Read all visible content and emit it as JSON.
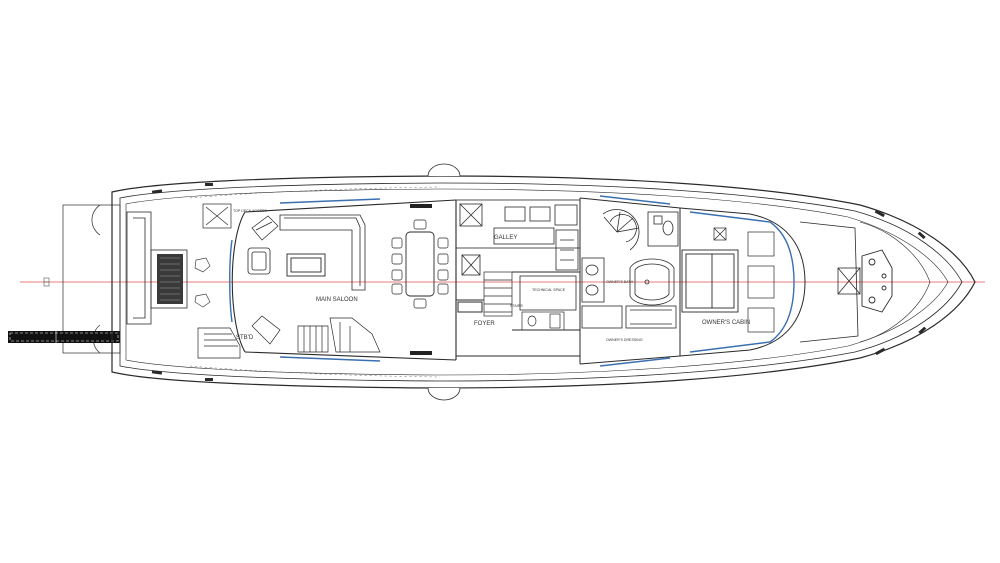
{
  "rooms": {
    "main_saloon": "MAIN SALOON",
    "galley": "GALLEY",
    "foyer": "FOYER",
    "owners_cabin": "OWNER'S CABIN",
    "technical_space": "TECHNICAL SPACE",
    "owners_bath": "OWNER'S BATH",
    "owners_dressing": "OWNER'S DRESSING",
    "stairs": "STAIRS",
    "top_deck_access": "TOP DECK ACCESS",
    "stbd": "STB'D"
  },
  "colors": {
    "line": "#2a2a2a",
    "centerline": "#e05050",
    "window": "#3a6fb0",
    "hatch": "#3a3a3a"
  }
}
